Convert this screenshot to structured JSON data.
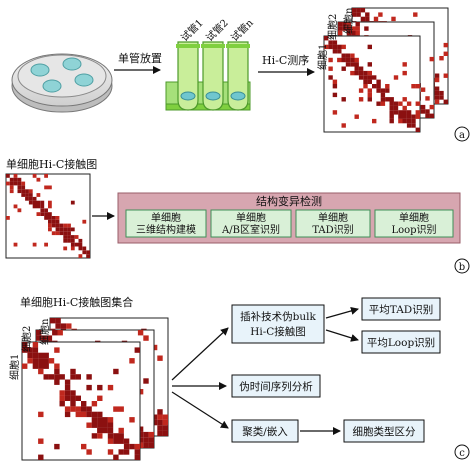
{
  "panel_a": {
    "arrow1_label": "单管放置",
    "tube_labels": [
      "试管1",
      "试管2",
      "试管n"
    ],
    "arrow2_label": "Hi-C测序",
    "cell_labels": [
      "细胞1",
      "细胞2",
      "细胞n"
    ],
    "panel_letter": "a"
  },
  "panel_b": {
    "map_title": "单细胞Hi-C接触图",
    "section_title": "结构变异检测",
    "methods": [
      {
        "line1": "单细胞",
        "line2": "三维结构建模"
      },
      {
        "line1": "单细胞",
        "line2": "A/B区室识别"
      },
      {
        "line1": "单细胞",
        "line2": "TAD识别"
      },
      {
        "line1": "单细胞",
        "line2": "Loop识别"
      }
    ],
    "panel_letter": "b"
  },
  "panel_c": {
    "set_title": "单细胞Hi-C接触图集合",
    "cell_labels": [
      "细胞1",
      "细胞2",
      "细胞n"
    ],
    "imputation_line1": "插补技术伪bulk",
    "imputation_line2": "Hi-C接触图",
    "avg_tad": "平均TAD识别",
    "avg_loop": "平均Loop识别",
    "pseudotime": "伪时间序列分析",
    "clustering": "聚类/嵌入",
    "cell_type": "细胞类型区分",
    "panel_letter": "c"
  },
  "colors": {
    "heat_dark": "#8b1010",
    "heat_mid": "#c0281e",
    "petri": "#8fd3d6",
    "tube_green": "#7fcf3f",
    "section_fill": "#d7a6b0",
    "method_fill": "#d9f0d7",
    "method_border": "#3f8f57",
    "flow_box": "#e8f3fa"
  }
}
